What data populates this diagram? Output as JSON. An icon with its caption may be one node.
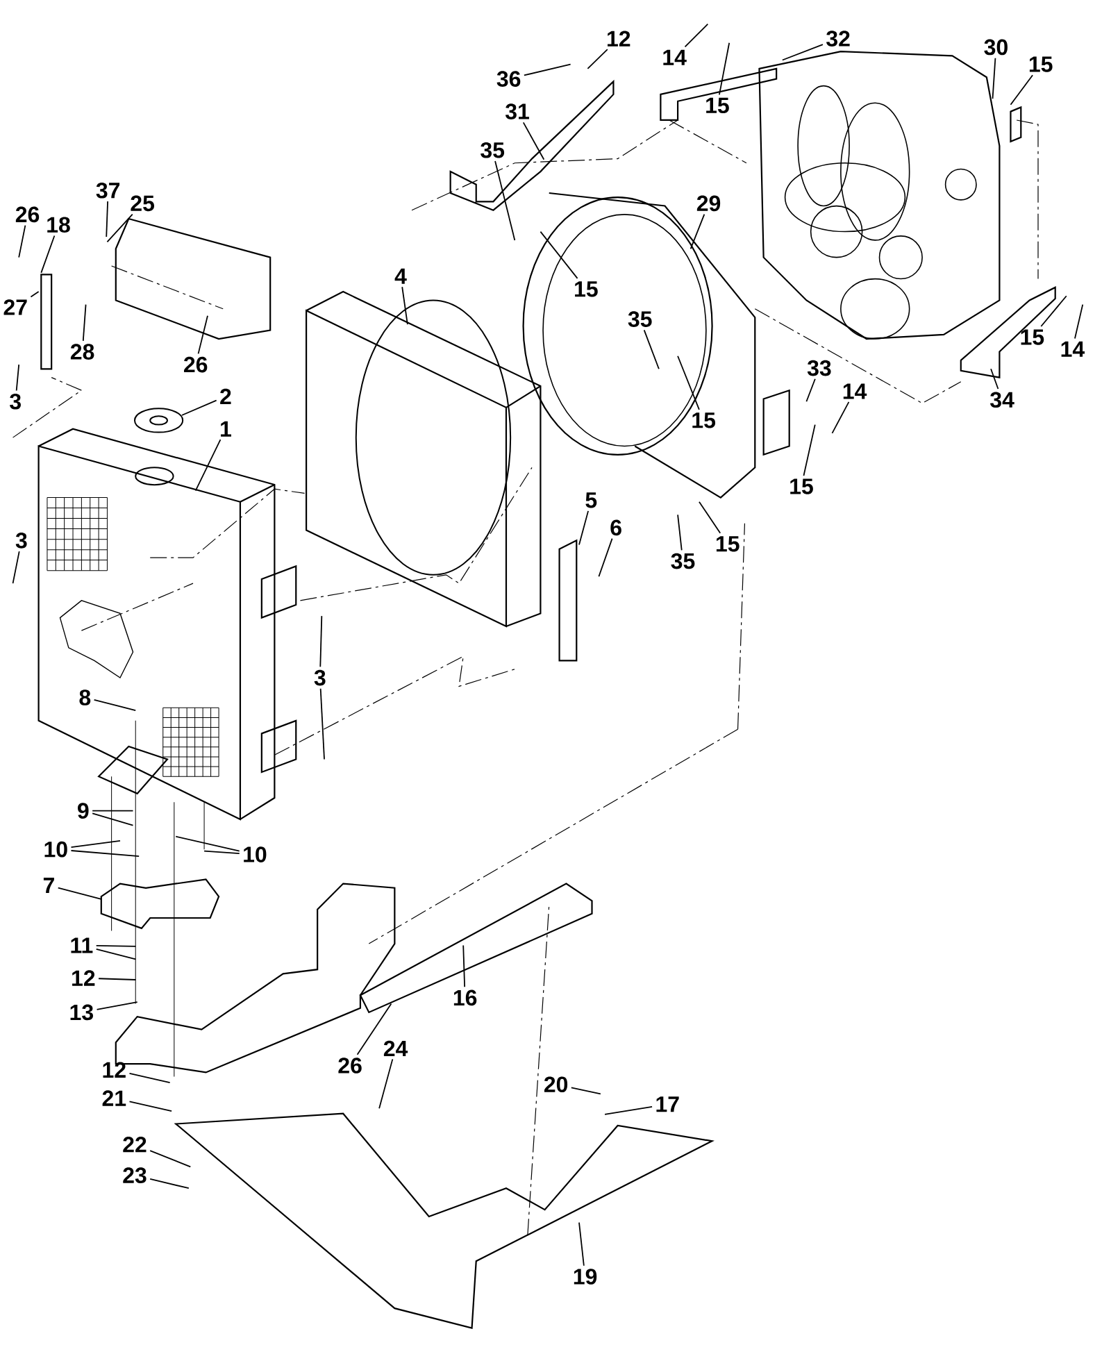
{
  "diagram": {
    "nodes": [
      {
        "text": [
          "12"
        ]
      },
      {
        "text": [
          "14"
        ]
      },
      {
        "text": [
          "32"
        ]
      },
      {
        "text": [
          "30"
        ]
      },
      {
        "text": [
          "15"
        ]
      },
      {
        "text": [
          "36"
        ]
      },
      {
        "text": [
          "15"
        ]
      },
      {
        "text": [
          "31"
        ]
      },
      {
        "text": [
          "35"
        ]
      },
      {
        "text": [
          "37"
        ]
      },
      {
        "text": [
          "25"
        ]
      },
      {
        "text": [
          "29"
        ]
      },
      {
        "text": [
          "26"
        ]
      },
      {
        "text": [
          "18"
        ]
      },
      {
        "text": [
          "4"
        ]
      },
      {
        "text": [
          "15"
        ]
      },
      {
        "text": [
          "27"
        ]
      },
      {
        "text": [
          "35"
        ]
      },
      {
        "text": [
          "15"
        ]
      },
      {
        "text": [
          "14"
        ]
      },
      {
        "text": [
          "28"
        ]
      },
      {
        "text": [
          "26"
        ]
      },
      {
        "text": [
          "33"
        ]
      },
      {
        "text": [
          "14"
        ]
      },
      {
        "text": [
          "2"
        ]
      },
      {
        "text": [
          "3"
        ]
      },
      {
        "text": [
          "15"
        ]
      },
      {
        "text": [
          "1"
        ]
      },
      {
        "text": [
          "34"
        ]
      },
      {
        "text": [
          "15"
        ]
      },
      {
        "text": [
          "5"
        ]
      },
      {
        "text": [
          "6"
        ]
      },
      {
        "text": [
          "3"
        ]
      },
      {
        "text": [
          "15"
        ]
      },
      {
        "text": [
          "35"
        ]
      },
      {
        "text": [
          "3"
        ]
      },
      {
        "text": [
          "8"
        ]
      },
      {
        "text": [
          "9"
        ]
      },
      {
        "text": [
          "10"
        ]
      },
      {
        "text": [
          "10"
        ]
      },
      {
        "text": [
          "7"
        ]
      },
      {
        "text": [
          "11"
        ]
      },
      {
        "text": [
          "12"
        ]
      },
      {
        "text": [
          "16"
        ]
      },
      {
        "text": [
          "13"
        ]
      },
      {
        "text": [
          "24"
        ]
      },
      {
        "text": [
          "26"
        ]
      },
      {
        "text": [
          "12"
        ]
      },
      {
        "text": [
          "20"
        ]
      },
      {
        "text": [
          "21"
        ]
      },
      {
        "text": [
          "17"
        ]
      },
      {
        "text": [
          "22"
        ]
      },
      {
        "text": [
          "23"
        ]
      },
      {
        "text": [
          "19"
        ]
      }
    ],
    "edges": [
      {
        "from": 0,
        "to": null,
        "arrow": "none"
      },
      {
        "from": 1,
        "to": null,
        "arrow": "none"
      },
      {
        "from": 2,
        "to": null,
        "arrow": "none"
      },
      {
        "from": 3,
        "to": null,
        "arrow": "none"
      },
      {
        "from": 4,
        "to": null,
        "arrow": "none"
      },
      {
        "from": 5,
        "to": null,
        "arrow": "none"
      },
      {
        "from": 6,
        "to": null,
        "arrow": "none"
      },
      {
        "from": 7,
        "to": null,
        "arrow": "none"
      },
      {
        "from": 8,
        "to": null,
        "arrow": "none"
      },
      {
        "from": 9,
        "to": null,
        "arrow": "none"
      },
      {
        "from": 10,
        "to": null,
        "arrow": "none"
      },
      {
        "from": 11,
        "to": null,
        "arrow": "none"
      },
      {
        "from": 12,
        "to": null,
        "arrow": "none"
      },
      {
        "from": 13,
        "to": null,
        "arrow": "none"
      },
      {
        "from": 14,
        "to": null,
        "arrow": "none"
      },
      {
        "from": 15,
        "to": null,
        "arrow": "none"
      },
      {
        "from": 16,
        "to": null,
        "arrow": "none"
      },
      {
        "from": 17,
        "to": null,
        "arrow": "none"
      },
      {
        "from": 18,
        "to": null,
        "arrow": "none"
      },
      {
        "from": 19,
        "to": null,
        "arrow": "none"
      },
      {
        "from": 20,
        "to": null,
        "arrow": "none"
      },
      {
        "from": 21,
        "to": null,
        "arrow": "none"
      },
      {
        "from": 22,
        "to": null,
        "arrow": "none"
      },
      {
        "from": 23,
        "to": null,
        "arrow": "none"
      },
      {
        "from": 24,
        "to": null,
        "arrow": "none"
      },
      {
        "from": 25,
        "to": null,
        "arrow": "none"
      },
      {
        "from": 26,
        "to": null,
        "arrow": "none"
      },
      {
        "from": 27,
        "to": null,
        "arrow": "none"
      },
      {
        "from": 28,
        "to": null,
        "arrow": "none"
      },
      {
        "from": 29,
        "to": null,
        "arrow": "none"
      },
      {
        "from": 30,
        "to": null,
        "arrow": "none"
      },
      {
        "from": 31,
        "to": null,
        "arrow": "none"
      },
      {
        "from": 32,
        "to": null,
        "arrow": "none"
      },
      {
        "from": 33,
        "to": null,
        "arrow": "none"
      },
      {
        "from": 34,
        "to": null,
        "arrow": "none"
      },
      {
        "from": 35,
        "to": null,
        "arrow": "none"
      },
      {
        "from": 35,
        "to": null,
        "arrow": "none"
      },
      {
        "from": 36,
        "to": null,
        "arrow": "none"
      },
      {
        "from": 37,
        "to": null,
        "arrow": "none"
      },
      {
        "from": 37,
        "to": null,
        "arrow": "none"
      },
      {
        "from": 38,
        "to": null,
        "arrow": "none"
      },
      {
        "from": 38,
        "to": null,
        "arrow": "none"
      },
      {
        "from": 39,
        "to": null,
        "arrow": "none"
      },
      {
        "from": 39,
        "to": null,
        "arrow": "none"
      },
      {
        "from": 40,
        "to": null,
        "arrow": "none"
      },
      {
        "from": 41,
        "to": null,
        "arrow": "none"
      },
      {
        "from": 41,
        "to": null,
        "arrow": "none"
      },
      {
        "from": 42,
        "to": null,
        "arrow": "none"
      },
      {
        "from": 43,
        "to": null,
        "arrow": "none"
      },
      {
        "from": 44,
        "to": null,
        "arrow": "none"
      },
      {
        "from": 45,
        "to": null,
        "arrow": "none"
      },
      {
        "from": 46,
        "to": null,
        "arrow": "none"
      },
      {
        "from": 47,
        "to": null,
        "arrow": "none"
      },
      {
        "from": 48,
        "to": null,
        "arrow": "none"
      },
      {
        "from": 49,
        "to": null,
        "arrow": "none"
      },
      {
        "from": 50,
        "to": null,
        "arrow": "none"
      },
      {
        "from": 51,
        "to": null,
        "arrow": "none"
      },
      {
        "from": 52,
        "to": null,
        "arrow": "none"
      },
      {
        "from": 53,
        "to": null,
        "arrow": "none"
      }
    ]
  }
}
